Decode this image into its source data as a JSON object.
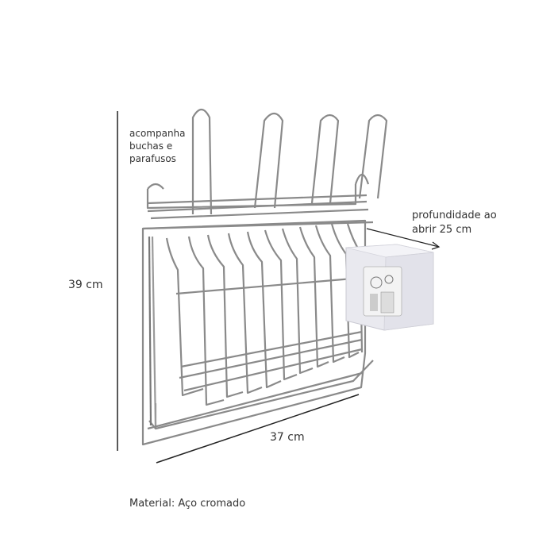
{
  "labels": {
    "note_line1": "acompanha",
    "note_line2": "buchas e",
    "note_line3": "parafusos",
    "height": "39 cm",
    "depth_line1": "profundidade ao",
    "depth_line2": "abrir 25 cm",
    "width": "37 cm",
    "material": "Material: Aço cromado"
  },
  "colors": {
    "chrome": "#8a8a8a",
    "chrome_dark": "#555555",
    "dimension_line": "#222222",
    "sponge": "#e8e8ee",
    "text": "#333333"
  },
  "icons": {
    "product": "chrome-dish-rack-illustration",
    "sponge": "sponge-with-label"
  }
}
